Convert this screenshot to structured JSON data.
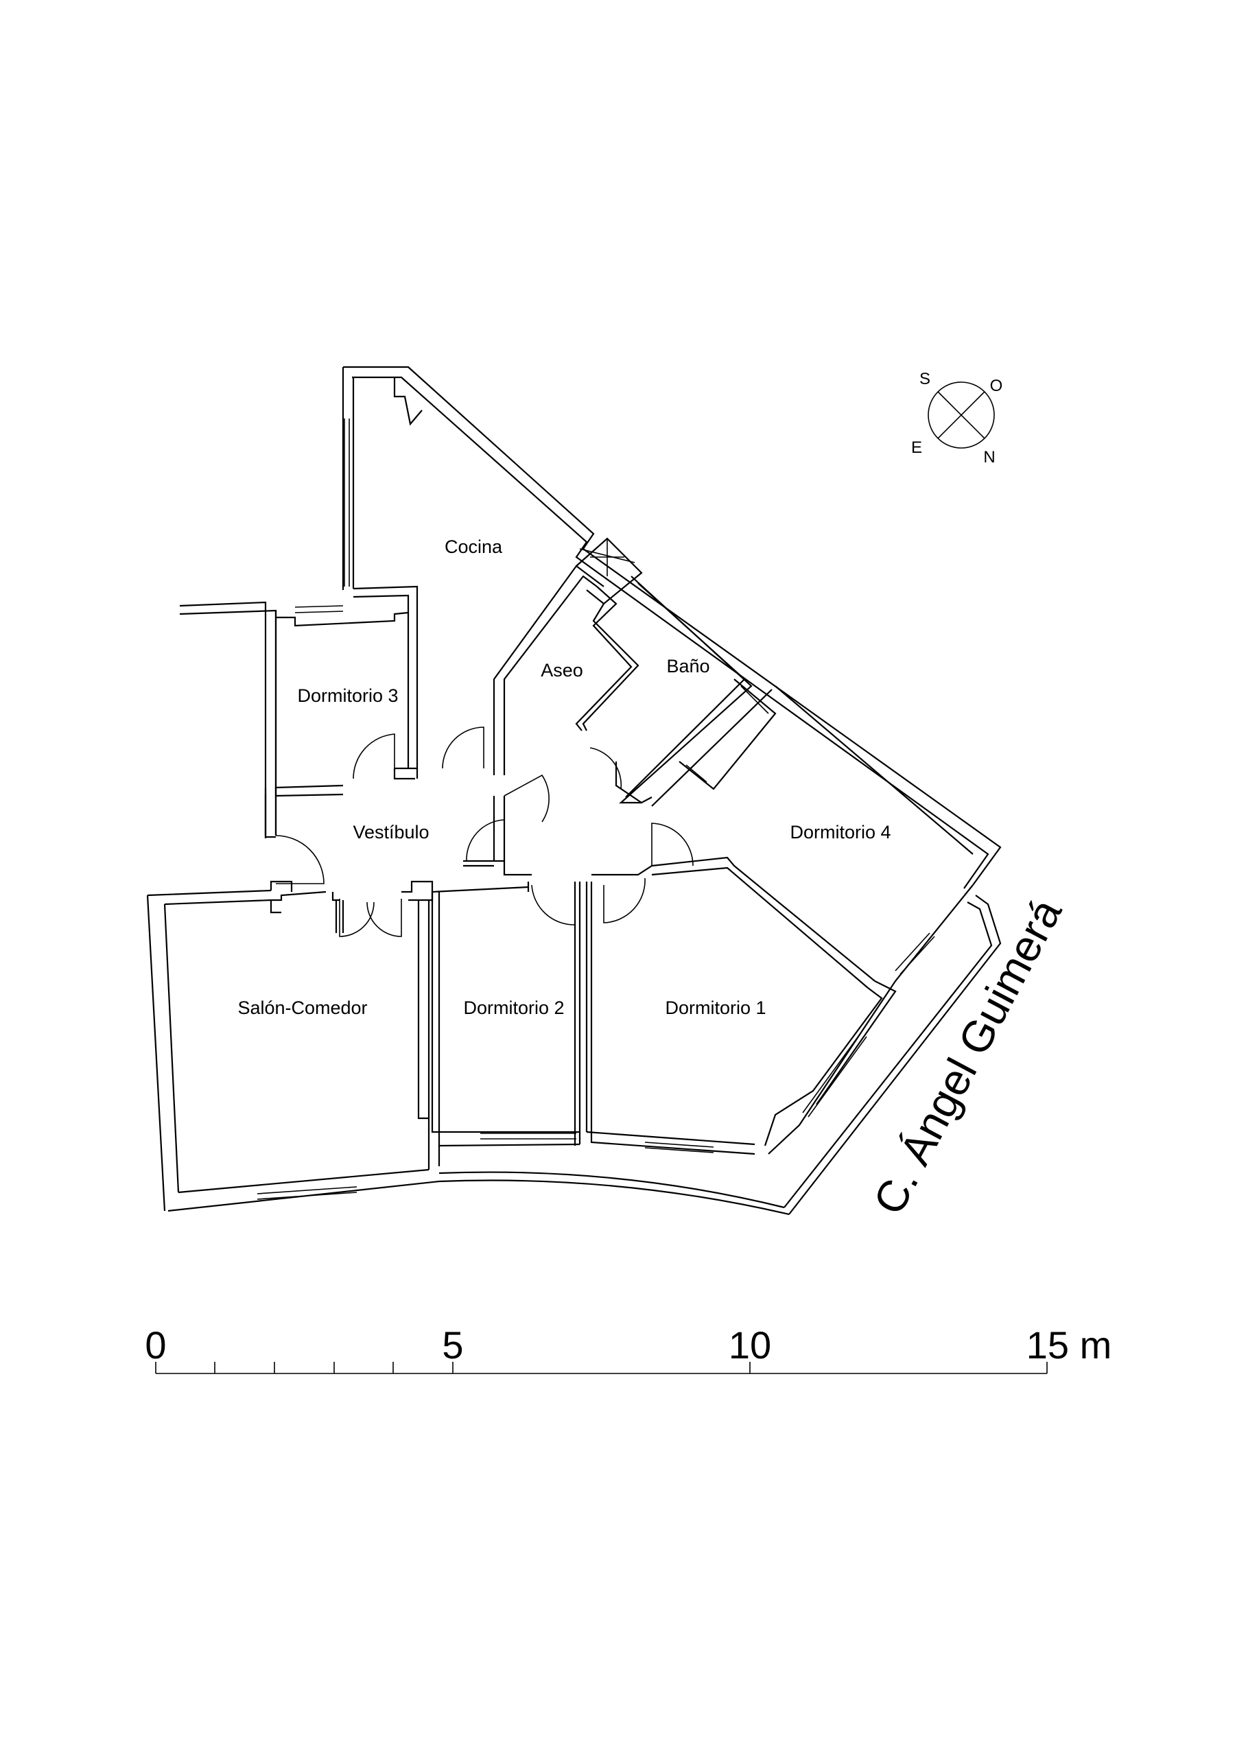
{
  "rooms": {
    "cocina": "Cocina",
    "aseo": "Aseo",
    "bano": "Baño",
    "dormitorio_3": "Dormitorio 3",
    "vestibulo": "Vestíbulo",
    "dormitorio_4": "Dormitorio 4",
    "salon_comedor": "Salón-Comedor",
    "dormitorio_2": "Dormitorio 2",
    "dormitorio_1": "Dormitorio 1"
  },
  "compass": {
    "s": "S",
    "o": "O",
    "e": "E",
    "n": "N"
  },
  "street": "C. Ángel Guimerá",
  "scale": {
    "label_0": "0",
    "label_5": "5",
    "label_10": "10",
    "label_15": "15 m"
  }
}
